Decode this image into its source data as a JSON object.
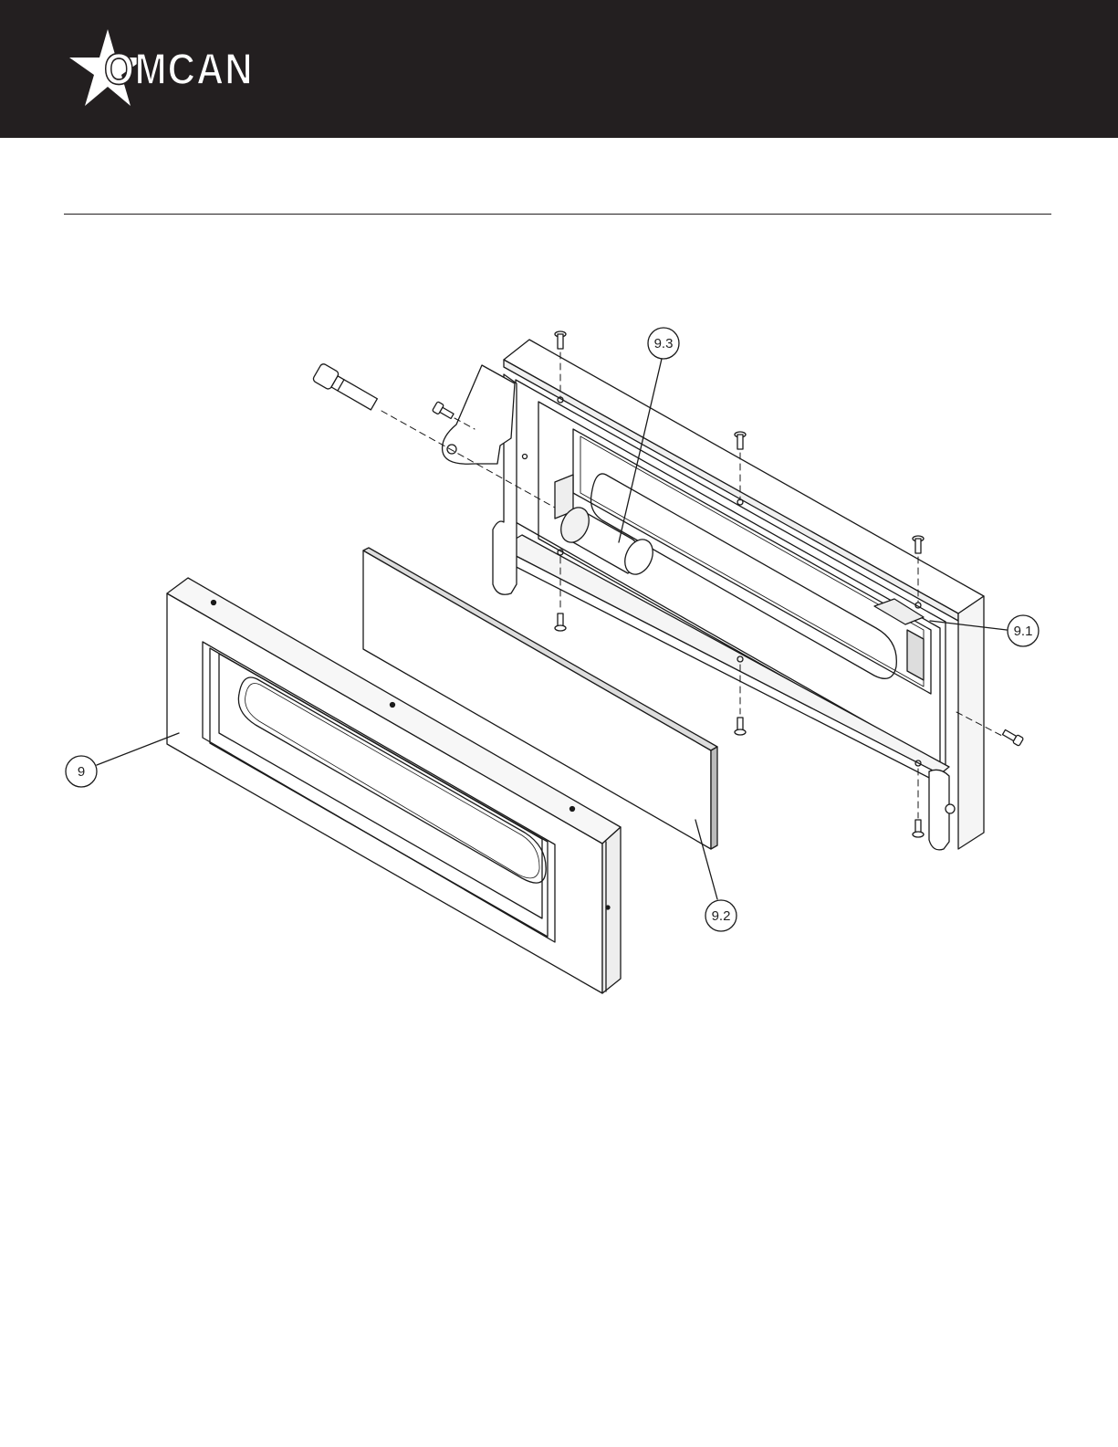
{
  "header": {
    "brand": "OMCAN",
    "background": "#231f20",
    "logo_color": "#ffffff"
  },
  "diagram": {
    "callouts": [
      {
        "id": "callout-9",
        "label": "9"
      },
      {
        "id": "callout-9-1",
        "label": "9.1"
      },
      {
        "id": "callout-9-2",
        "label": "9.2"
      },
      {
        "id": "callout-9-3",
        "label": "9.3"
      }
    ]
  }
}
